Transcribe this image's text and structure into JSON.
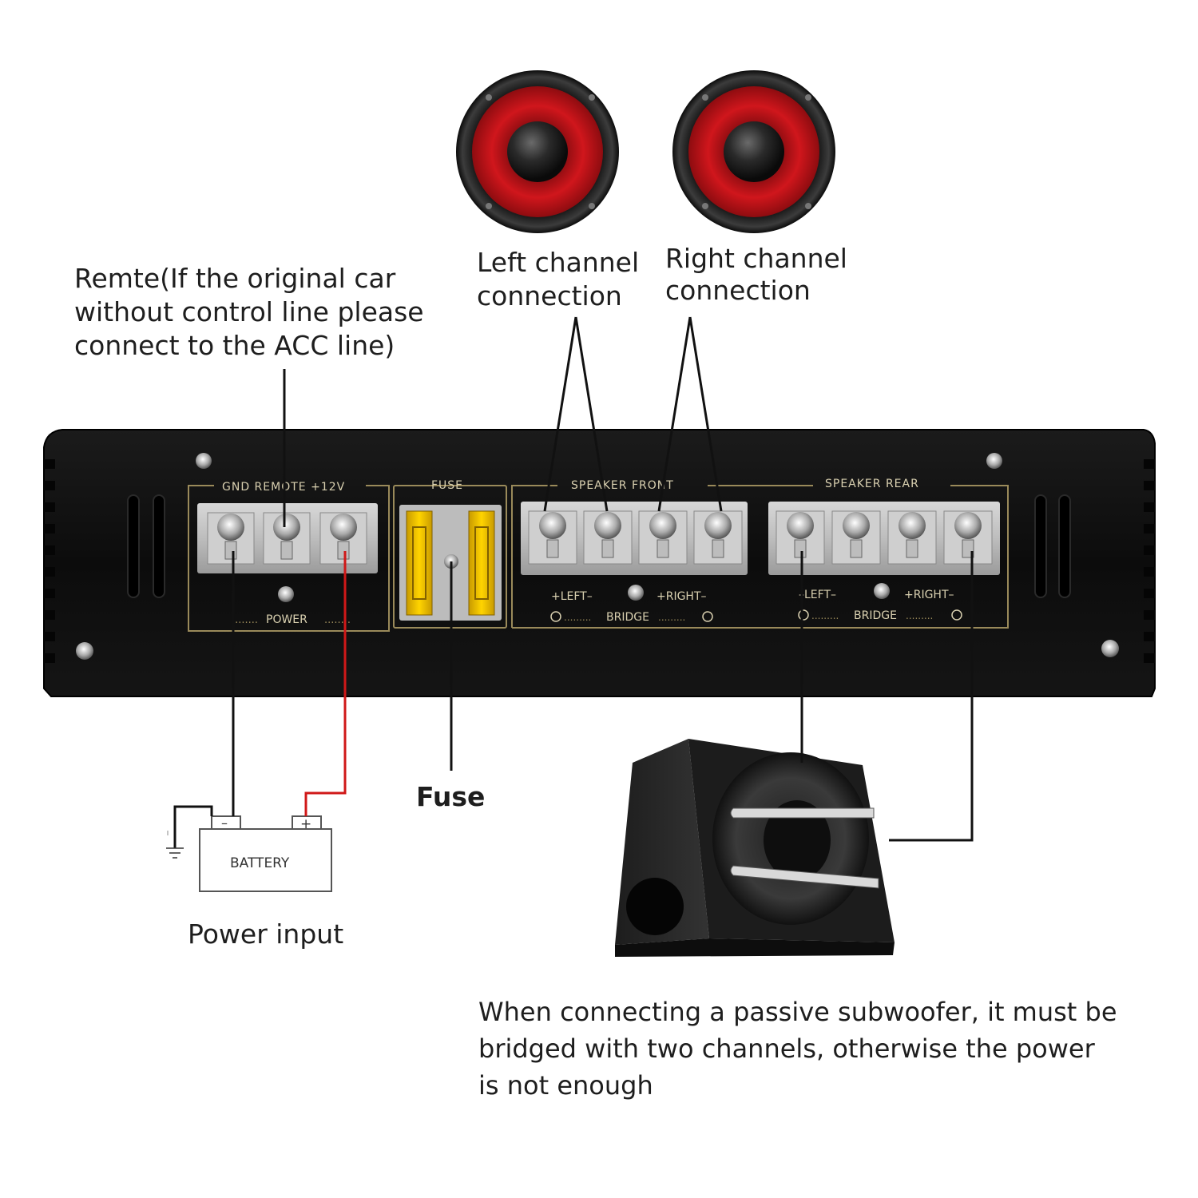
{
  "annotations": {
    "remote": [
      "Remte(If the original car",
      "without control line please",
      "connect to the ACC line)"
    ],
    "left_channel": [
      "Left channel",
      "connection"
    ],
    "right_channel": [
      "Right channel",
      "connection"
    ],
    "fuse": "Fuse",
    "power_input": "Power input",
    "subwoofer": [
      "When connecting a passive subwoofer, it must be",
      "bridged with two channels, otherwise the power",
      "is not enough"
    ]
  },
  "amplifier_panel": {
    "power_group": {
      "header": "GND  REMOTE  +12V",
      "footer": "POWER"
    },
    "fuse_group": {
      "header": "FUSE"
    },
    "front_group": {
      "header": "SPEAKER  FRONT",
      "left": "+LEFT–",
      "right": "+RIGHT–",
      "bridge": "BRIDGE"
    },
    "rear_group": {
      "header": "SPEAKER  REAR",
      "left": "–LEFT–",
      "right": "+RIGHT–",
      "bridge": "BRIDGE"
    }
  },
  "battery": {
    "label": "BATTERY",
    "neg": "–",
    "pos": "+"
  },
  "colors": {
    "panel": "#0e0e0e",
    "gold_line": "#9a8a5a",
    "wire": "#111111",
    "positive_wire": "#d01818",
    "speaker_cone": "#c3141a",
    "fuse": "#f2c200"
  }
}
